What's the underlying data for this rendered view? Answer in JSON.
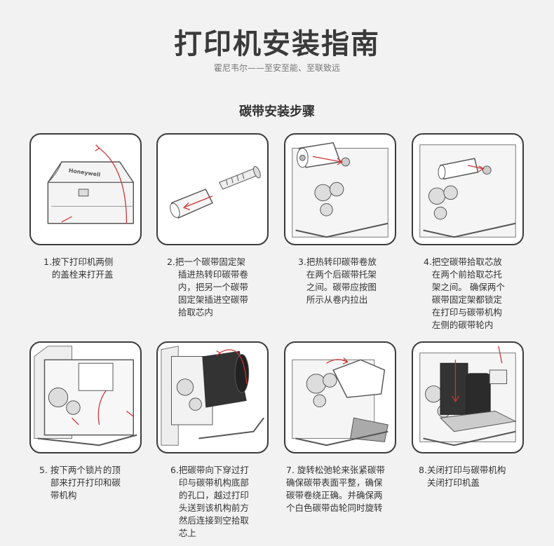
{
  "page": {
    "title": "打印机安装指南",
    "subtitle": "霍尼韦尔——至安至能、至联致远",
    "section_title": "碳带安装步骤",
    "brand_mark": "Honeywell"
  },
  "steps": [
    {
      "caption": "1.按下打印机两侧\n   的盖栓来打开盖"
    },
    {
      "caption": "2.把一个碳带固定架\n    插进热转印碳带卷\n    内，把另一个碳带\n    固定架插进空碳带\n    拾取芯内"
    },
    {
      "caption": "3.把热转印碳带卷放\n   在两个后碳带托架\n   之间。碳带应按图\n   所示从卷内拉出"
    },
    {
      "caption": "4.把空碳带拾取芯放\n   在两个前拾取芯托\n   架之间。 确保两个\n   碳带固定架都锁定\n   在打印与碳带机构\n   左侧的碳带轮内"
    },
    {
      "caption": "5. 按下两个锁片的顶\n    部来打开打印和碳\n    带机构"
    },
    {
      "caption": "6.把碳带向下穿过打\n   印与碳带机构底部\n   的孔口，越过打印\n   头送到该机构前方\n   然后连接到空拾取\n   芯上"
    },
    {
      "caption": "7. 旋转松弛轮来张紧碳带\n确保碳带表面平整，确保\n碳带卷绕正确。并确保两\n个白色碳带齿轮同时旋转"
    },
    {
      "caption": "8.关闭打印与碳带机构\n   关闭打印机盖"
    }
  ]
}
